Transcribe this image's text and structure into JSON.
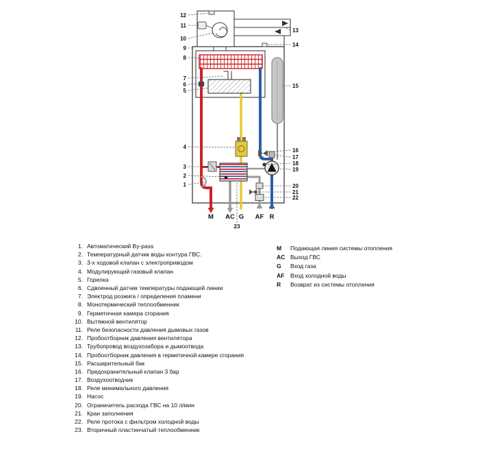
{
  "colors": {
    "heating_supply_red": "#cc2127",
    "heating_return_blue": "#2b5fa5",
    "gas_yellow": "#e9c832",
    "water_gray": "#9a9a9a",
    "tank_gray": "#c6c6c6",
    "outline": "#3a3a3a"
  },
  "diagram": {
    "callouts": {
      "n1": "1",
      "n2": "2",
      "n3": "3",
      "n4": "4",
      "n5": "5",
      "n6": "6",
      "n7": "7",
      "n8": "8",
      "n9": "9",
      "n10": "10",
      "n11": "11",
      "n12": "12",
      "n13": "13",
      "n14": "14",
      "n15": "15",
      "n16": "16",
      "n17": "17",
      "n18": "18",
      "n19": "19",
      "n20": "20",
      "n21": "21",
      "n22": "22",
      "n23": "23"
    },
    "ports": {
      "m": "M",
      "ac": "AC",
      "g": "G",
      "af": "AF",
      "r": "R"
    }
  },
  "legend": {
    "items": [
      {
        "n": "1.",
        "t": "Автоматический By-pass"
      },
      {
        "n": "2.",
        "t": "Температурный датчик воды контура ГВС."
      },
      {
        "n": "3.",
        "t": "3-х ходовой клапан с электроприводом"
      },
      {
        "n": "4.",
        "t": "Модулирующий газовый клапан"
      },
      {
        "n": "5.",
        "t": "Горелка"
      },
      {
        "n": "6.",
        "t": "Сдвоенный датчик температуры подающей линии"
      },
      {
        "n": "7.",
        "t": "Электрод розжига / определения пламени"
      },
      {
        "n": "8.",
        "t": "Монотермический теплообменник"
      },
      {
        "n": "9.",
        "t": "Герметичная камера сгорания"
      },
      {
        "n": "10.",
        "t": "Вытяжной вентилятор"
      },
      {
        "n": "11.",
        "t": "Реле безопасности давления дымовых газов"
      },
      {
        "n": "12.",
        "t": "Пробоотборник давления вентилятора"
      },
      {
        "n": "13.",
        "t": "Трубопровод воздухозабора и дымоотвода"
      },
      {
        "n": "14.",
        "t": "Пробоотборник давления в герметичной камере сгорания"
      },
      {
        "n": "15.",
        "t": "Расширительный бак"
      },
      {
        "n": "16.",
        "t": "Предохранительный клапан 3 бар"
      },
      {
        "n": "17.",
        "t": "Воздухоотводчик"
      },
      {
        "n": "18.",
        "t": "Реле минимального давления"
      },
      {
        "n": "19.",
        "t": "Насос"
      },
      {
        "n": "20.",
        "t": "Ограничитель расхода ГВС на 10 л/мин"
      },
      {
        "n": "21.",
        "t": "Кран заполнения"
      },
      {
        "n": "22.",
        "t": "Реле протока с фильтром холодной воды"
      },
      {
        "n": "23.",
        "t": "Вторичный пластинчатый теплообменник"
      }
    ],
    "ports": [
      {
        "code": "M",
        "t": "Подающая линия системы отопления"
      },
      {
        "code": "AC",
        "t": "Выход ГВС"
      },
      {
        "code": "G",
        "t": "Вход газа"
      },
      {
        "code": "AF",
        "t": "Вход холодной воды"
      },
      {
        "code": "R",
        "t": "Возврат из системы отопления"
      }
    ]
  }
}
